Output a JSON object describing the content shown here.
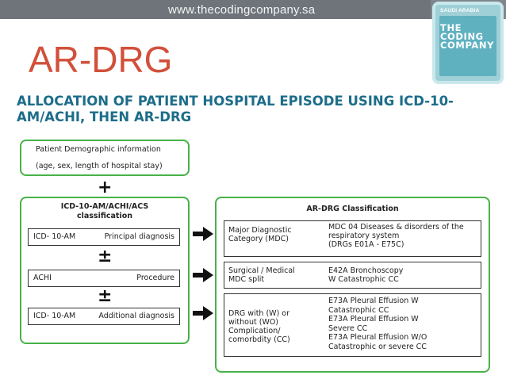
{
  "header": {
    "site_url": "www.thecodingcompany.sa",
    "logo": {
      "country": "SAUDI ARABIA",
      "line1": "THE",
      "line2": "CODING",
      "line3": "COMPANY"
    }
  },
  "slide": {
    "title": "AR-DRG",
    "heading_line1": "ALLOCATION OF PATIENT HOSPITAL EPISODE USING ICD-10-",
    "heading_line2": "AM/ACHI, THEN AR-DRG"
  },
  "demographics": {
    "title": "Patient Demographic information",
    "detail": "(age, sex, length of hospital stay)"
  },
  "plus_symbol": "+",
  "plusminus_symbol": "±",
  "icd_panel": {
    "title_line1": "ICD-10-AM/ACHI/ACS",
    "title_line2": "classification",
    "rows": [
      {
        "left": "ICD- 10-AM",
        "right": "Principal diagnosis"
      },
      {
        "left": "ACHI",
        "right": "Procedure"
      },
      {
        "left": "ICD- 10-AM",
        "right": "Additional diagnosis"
      }
    ]
  },
  "ardrg_panel": {
    "title": "AR-DRG Classification",
    "rows": [
      {
        "left_line1": "Major Diagnostic",
        "left_line2": "Category (MDC)",
        "right_line1": "MDC 04 Diseases & disorders of the",
        "right_line2": "respiratory system",
        "right_line3": "(DRGs E01A - E75C)"
      },
      {
        "left_line1": "Surgical / Medical",
        "left_line2": "MDC split",
        "right_line1": "E42A Bronchoscopy",
        "right_line2": "W Catastrophic CC"
      },
      {
        "left_line1": "DRG with (W) or",
        "left_line2": "without (WO)",
        "left_line3": "Complication/",
        "left_line4": "comorbdity (CC)",
        "right_line1": "E73A Pleural Effusion W",
        "right_line2": "Catastrophic CC",
        "right_line3": "E73A Pleural Effusion W",
        "right_line4": "Severe CC",
        "right_line5": "E73A Pleural Effusion W/O",
        "right_line6": "Catastrophic or severe CC"
      }
    ]
  },
  "colors": {
    "title_color": "#d2503a",
    "heading_color": "#1d6d8a",
    "box_border": "#48b248",
    "logo_teal": "#5fb1c0"
  }
}
